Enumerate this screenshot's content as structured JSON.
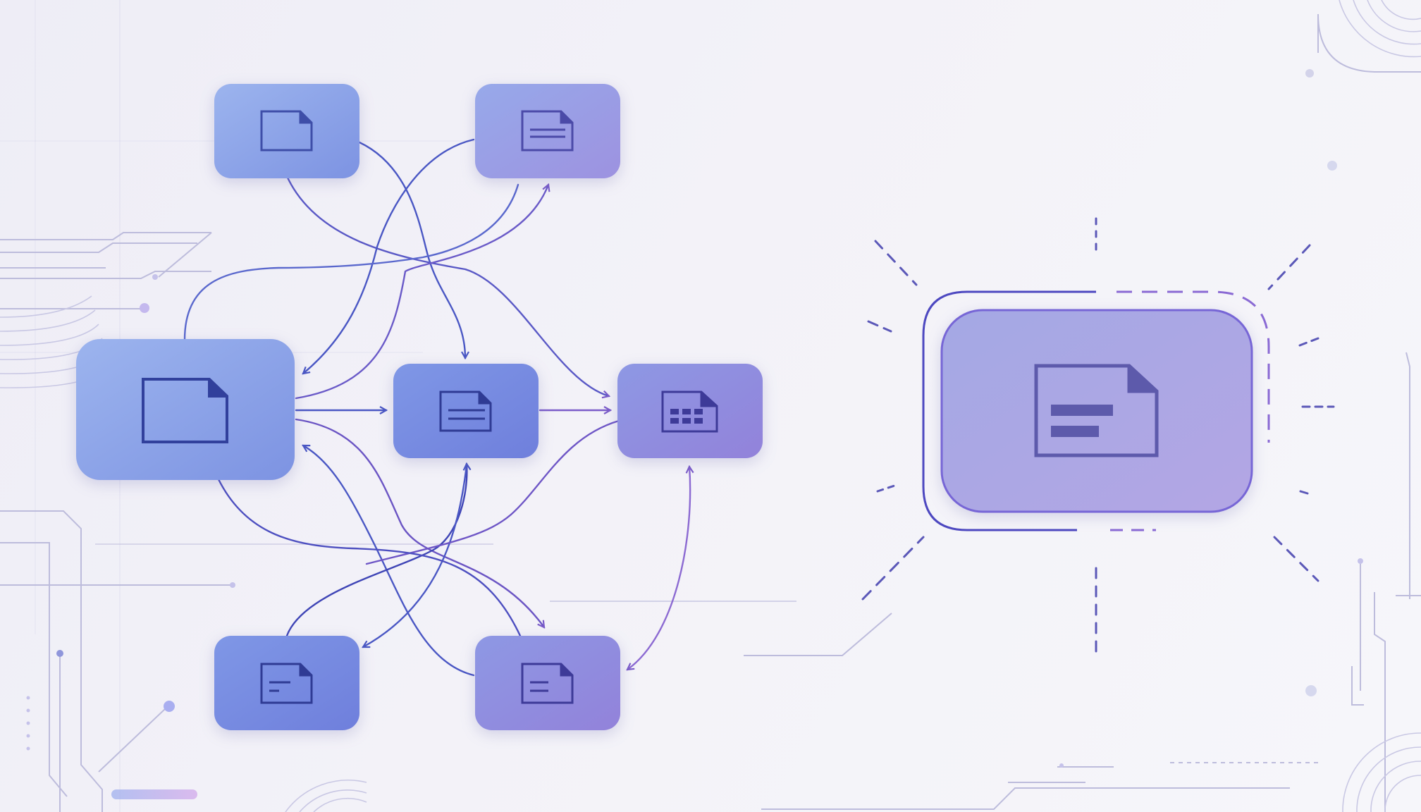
{
  "diagram": {
    "kind": "file-flow-network",
    "colors": {
      "background": "#f1f0f7",
      "node_blue": "#7f9ce6",
      "node_violet": "#9588dd",
      "edge_blue": "#4a57c4",
      "edge_violet": "#7b5cc9",
      "icon_stroke": "#3e3f9c",
      "focus_outline": "#7a6ad8",
      "decor_line": "#b7b6da"
    },
    "nodes": [
      {
        "id": "top-left",
        "icon": "blank-document-icon"
      },
      {
        "id": "top-right",
        "icon": "text-document-icon"
      },
      {
        "id": "left-large",
        "icon": "blank-document-icon"
      },
      {
        "id": "center",
        "icon": "text-document-icon"
      },
      {
        "id": "right",
        "icon": "spreadsheet-document-icon"
      },
      {
        "id": "bottom-left",
        "icon": "text-document-icon"
      },
      {
        "id": "bottom-right",
        "icon": "text-document-icon"
      },
      {
        "id": "focus",
        "icon": "text-document-icon"
      }
    ],
    "edges": [
      {
        "from": "left-large",
        "to": "center"
      },
      {
        "from": "center",
        "to": "right"
      },
      {
        "from": "top-left",
        "to": "center"
      },
      {
        "from": "top-left",
        "to": "right"
      },
      {
        "from": "top-right",
        "to": "left-large"
      },
      {
        "from": "left-large",
        "to": "top-right"
      },
      {
        "from": "left-large",
        "to": "bottom-right"
      },
      {
        "from": "bottom-right",
        "to": "left-large"
      },
      {
        "from": "bottom-left",
        "to": "center"
      },
      {
        "from": "center",
        "to": "bottom-left"
      },
      {
        "from": "right",
        "to": "bottom-right"
      },
      {
        "from": "bottom-left",
        "to": "right"
      }
    ]
  }
}
